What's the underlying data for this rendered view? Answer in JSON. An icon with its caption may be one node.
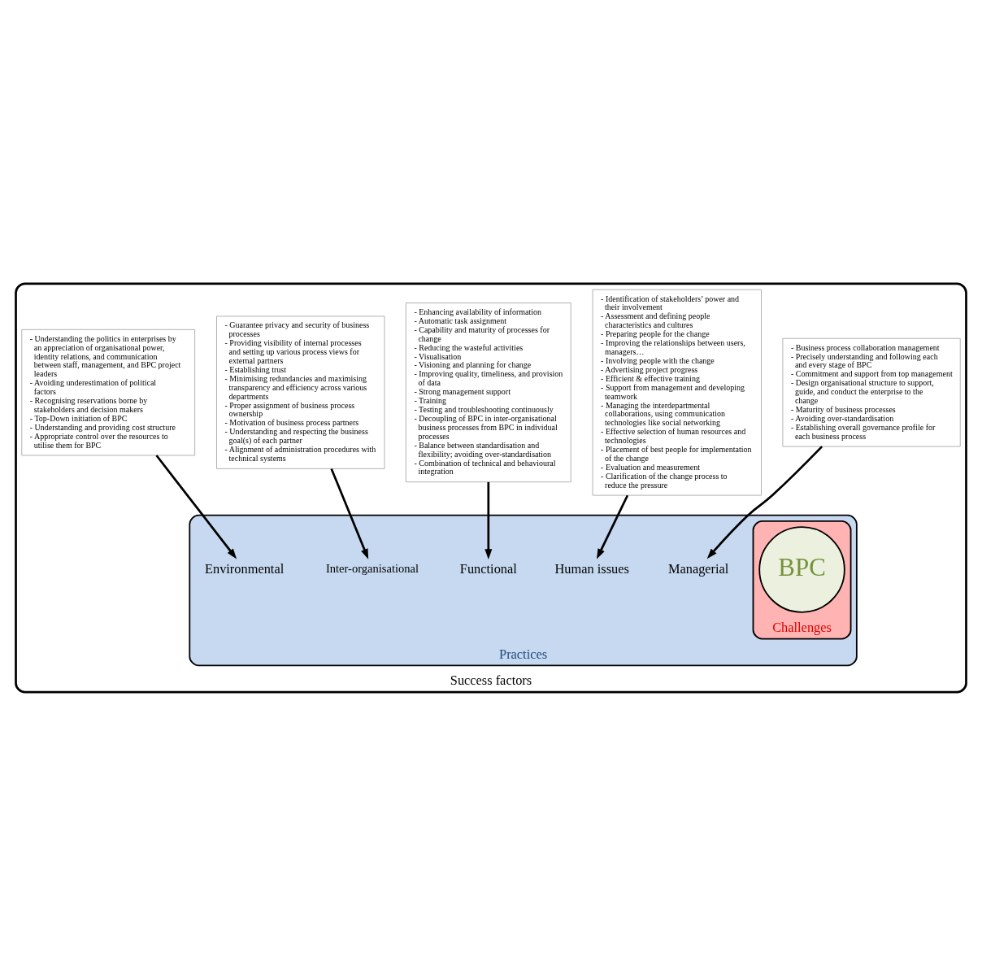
{
  "diagram": {
    "nodes": [
      {
        "text": [
          "Success factors"
        ]
      },
      {
        "text": [
          "Practices"
        ],
        "in": 0
      },
      {
        "text": [
          "Managerial"
        ],
        "in": 1
      },
      {
        "text": [
          "Human issues"
        ],
        "in": 1
      },
      {
        "text": [
          "Functional"
        ],
        "in": 1
      },
      {
        "text": [
          "Inter-organisational"
        ],
        "in": 1
      },
      {
        "text": [
          "Environmental"
        ],
        "in": 1
      },
      {
        "text": [
          "Challenges"
        ],
        "in": 1
      },
      {
        "text": [
          "BPC"
        ],
        "in": 7
      },
      {
        "text": [
          "- Business process collaboration management",
          "- Precisely understanding and following each and every stage of BPC",
          "- Commitment and support from top management",
          "- Design organisational structure to support, guide, and conduct the enterprise to the change",
          "- Maturity of business processes",
          "- Avoiding over-standardisation",
          "- Establishing overall governance profile for each business process"
        ],
        "in": 0
      },
      {
        "text": [
          "- Identification of stakeholders’ power and their involvement",
          "- Assessment and defining people characteristics and cultures",
          "- Preparing people for the change",
          "- Improving the relationships between users, managers…",
          "- Involving people with the change",
          "- Advertising project progress",
          "- Efficient & effective training",
          "- Support from management and developing teamwork",
          "- Managing the interdepartmental collaborations, using communication technologies like social networking",
          "- Effective selection of human resources and technologies",
          "- Placement of best people for implementation of the change",
          "- Evaluation and measurement",
          "- Clarification of the change process to reduce the pressure"
        ],
        "in": 0
      },
      {
        "text": [
          "- Enhancing availability of information",
          "- Automatic task assignment",
          "- Capability and maturity of processes for change",
          "- Reducing the wasteful activities",
          "- Visualisation",
          "- Visioning and planning for change",
          "- Improving quality, timeliness, and provision of data",
          "- Strong management support",
          "- Training",
          "- Testing and troubleshooting continuously",
          "- Decoupling of BPC in inter-organisational business processes from BPC in individual processes",
          "- Balance between standardisation and flexibility; avoiding over-standardisation",
          "- Combination of technical and behavioural integration"
        ],
        "in": 0
      },
      {
        "text": [
          "- Guarantee privacy and security of business processes",
          "- Providing visibility of internal processes and setting up various process views for external partners",
          "- Establishing trust",
          "- Minimising redundancies and maximising transparency and efficiency across various departments",
          "- Proper assignment of business process ownership",
          "- Motivation of business process partners",
          "- Understanding and respecting the business goal(s) of each partner",
          "- Alignment of administration procedures with technical systems"
        ],
        "in": 0
      },
      {
        "text": [
          "- Understanding the politics in enterprises by an appreciation of organisational power, identity relations, and communication between staff, management, and BPC project leaders",
          "- Avoiding underestimation of political factors",
          "- Recognising reservations borne by stakeholders and decision makers",
          "- Top-Down initiation of BPC",
          "- Understanding and providing cost structure",
          "- Appropriate control over the resources to utilise them for BPC"
        ],
        "in": 0
      }
    ],
    "edges": [
      {
        "from": 9,
        "to": 2,
        "arrow": "to"
      },
      {
        "from": 10,
        "to": 3,
        "arrow": "to"
      },
      {
        "from": 11,
        "to": 4,
        "arrow": "to"
      },
      {
        "from": 12,
        "to": 5,
        "arrow": "to"
      },
      {
        "from": 13,
        "to": 6,
        "arrow": "to"
      }
    ]
  }
}
